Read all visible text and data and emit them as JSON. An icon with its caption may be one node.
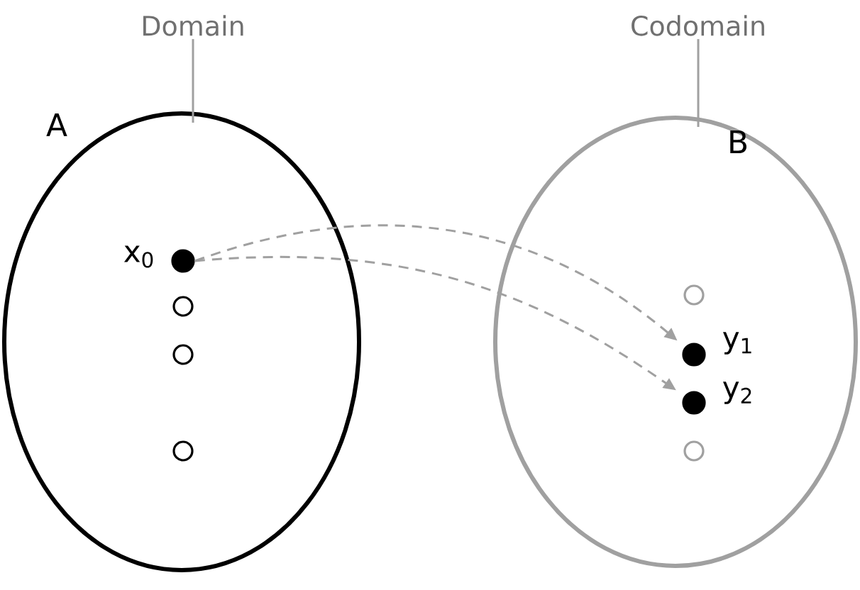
{
  "diagram": {
    "nodes": [
      {
        "text": [
          "A"
        ]
      },
      {
        "text": [],
        "shape": "circle",
        "beside": [
          "x$_{0}$"
        ],
        "in": 0
      },
      {
        "text": [],
        "shape": "circle",
        "in": 0
      },
      {
        "text": [],
        "shape": "circle",
        "in": 0
      },
      {
        "text": [],
        "shape": "circle",
        "in": 0
      },
      {
        "text": [
          "B"
        ]
      },
      {
        "text": [],
        "shape": "circle",
        "in": 5
      },
      {
        "text": [],
        "shape": "circle",
        "beside": [
          "y$_{1}$"
        ],
        "in": 5
      },
      {
        "text": [],
        "shape": "circle",
        "beside": [
          "y$_{2}$"
        ],
        "in": 5
      },
      {
        "text": [],
        "shape": "circle",
        "in": 5
      },
      {
        "text": [
          "Domain"
        ]
      },
      {
        "text": [
          "Codomain"
        ]
      }
    ],
    "edges": [
      {
        "from": 1,
        "to": 7,
        "arrow": "to",
        "style": "dashed"
      },
      {
        "from": 1,
        "to": 8,
        "arrow": "to",
        "style": "dashed"
      },
      {
        "from": 10,
        "to": 0,
        "arrow": "none"
      },
      {
        "from": 11,
        "to": 5,
        "arrow": "none"
      }
    ]
  }
}
